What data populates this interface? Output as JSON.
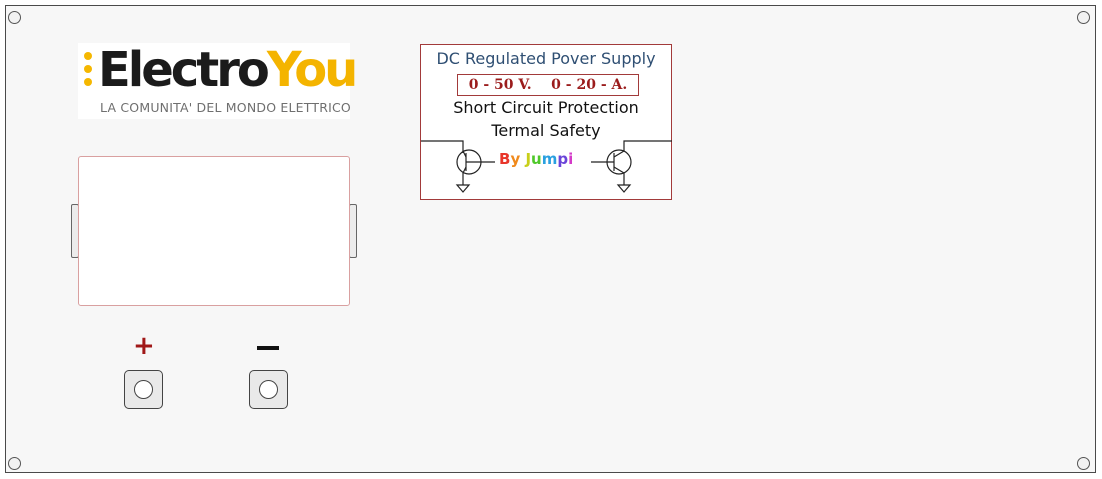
{
  "logo": {
    "brand_dark": "Electro",
    "brand_accent": "You",
    "tagline": "LA COMUNITA' DEL MONDO ELETTRICO",
    "colors": {
      "dark": "#1b1b1b",
      "accent": "#f4b400"
    }
  },
  "label": {
    "title": "DC Regulated  Pover Supply",
    "range": "0 - 50 V.    0 - 20 - A.",
    "line1": "Short Circuit Protection",
    "line2": "Termal Safety",
    "signature": [
      "B",
      "y",
      " ",
      "J",
      "u",
      "m",
      "p",
      "i"
    ],
    "signature_colors": [
      "#e8352a",
      "#f08a1c",
      "#ffffff",
      "#c8cf1a",
      "#4fc82a",
      "#2aa0e0",
      "#6a44d8",
      "#d43ac8"
    ],
    "border_color": "#a23a3a",
    "title_color": "#2f4f73",
    "range_color": "#9b1c1c"
  },
  "terminals": {
    "positive_symbol": "+",
    "negative_symbol": "−",
    "positive_color": "#a01818",
    "negative_color": "#111111"
  }
}
